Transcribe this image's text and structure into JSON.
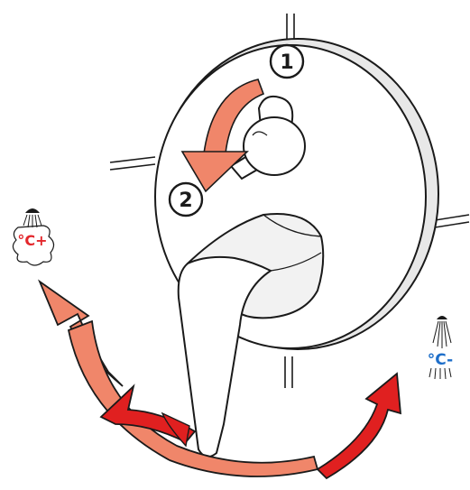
{
  "steps": {
    "first": "1",
    "second": "2"
  },
  "temperature": {
    "hot_label": "°C+",
    "cold_label": "°C-"
  },
  "colors": {
    "arrow_light": "#f0866a",
    "arrow_red": "#e02020",
    "hot_text": "#e3262b",
    "cold_text": "#1d6ec9",
    "outline": "#1a1a1a"
  },
  "icons": {
    "hot": "steaming-shower-icon",
    "cold": "shower-spray-icon"
  }
}
